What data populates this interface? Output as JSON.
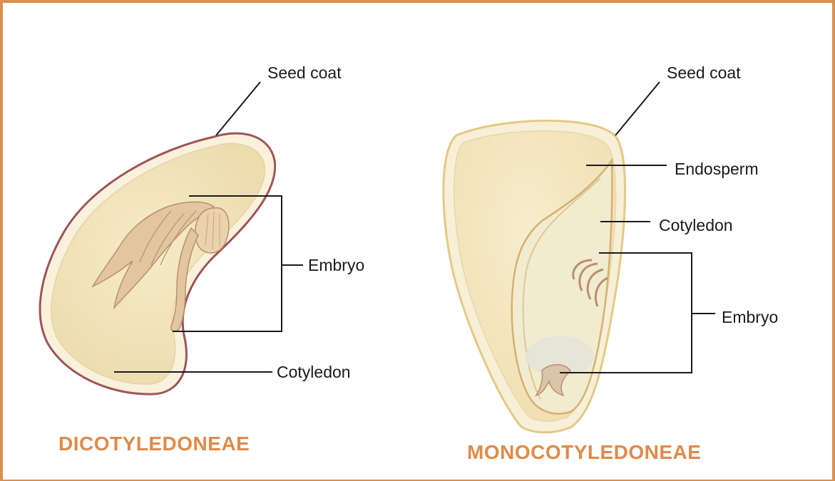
{
  "dicot": {
    "title": "DICOTYLEDONEAE",
    "labels": {
      "seed_coat": "Seed coat",
      "embryo": "Embryo",
      "cotyledon": "Cotyledon"
    }
  },
  "monocot": {
    "title": "MONOCOTYLEDONEAE",
    "labels": {
      "seed_coat": "Seed coat",
      "endosperm": "Endosperm",
      "cotyledon": "Cotyledon",
      "embryo": "Embryo"
    }
  },
  "colors": {
    "frame": "#d9914f",
    "title": "#e08a4a",
    "dicot_seed_coat": "#a0535a",
    "seed_fill": "#f3e6bf",
    "seed_rim": "#f7eed6",
    "monocot_seed_coat": "#e4c983",
    "embryo": "#d6b48e"
  }
}
